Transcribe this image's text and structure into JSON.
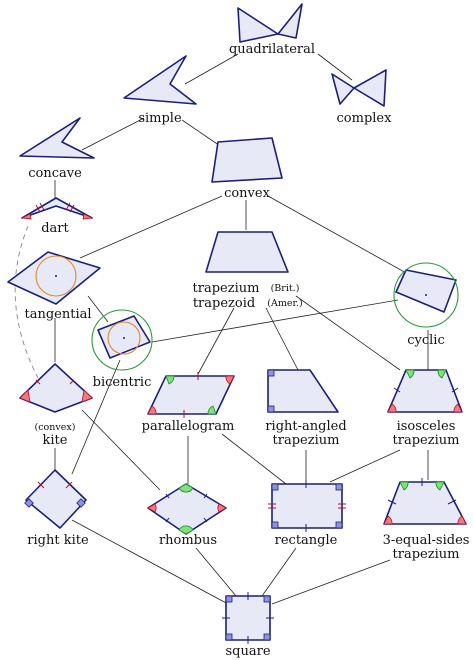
{
  "nodes": {
    "quadrilateral": "quadrilateral",
    "complex": "complex",
    "simple": "simple",
    "concave": "concave",
    "convex": "convex",
    "dart": "dart",
    "trapezium_line1": "trapezium",
    "trapezium_brit": "(Brit.)",
    "trapezium_line2": "trapezoid",
    "trapezium_amer": "(Amer.)",
    "tangential": "tangential",
    "cyclic": "cyclic",
    "bicentric": "bicentric",
    "kite_prefix": "(convex)",
    "kite": "kite",
    "parallelogram": "parallelogram",
    "right_angled_line1": "right-angled",
    "right_angled_line2": "trapezium",
    "isosceles_line1": "isosceles",
    "isosceles_line2": "trapezium",
    "right_kite": "right kite",
    "rhombus": "rhombus",
    "rectangle": "rectangle",
    "three_equal_line1": "3-equal-sides",
    "three_equal_line2": "trapezium",
    "square": "square"
  }
}
